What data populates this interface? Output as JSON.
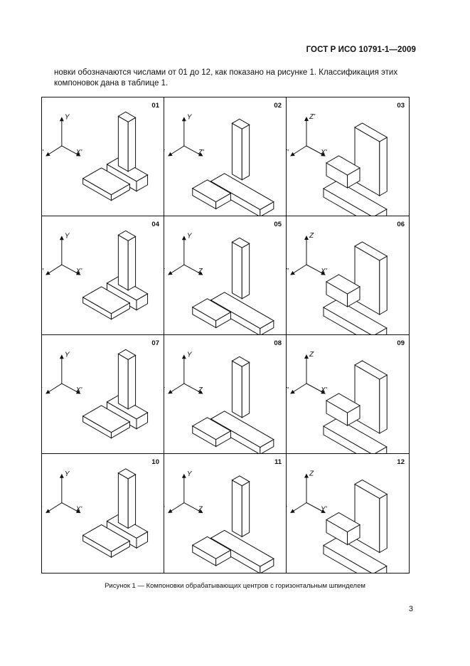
{
  "header": {
    "standard": "ГОСТ Р ИСО 10791-1—2009"
  },
  "intro": {
    "text": "новки обозначаются числами от 01 до 12, как показано на рисунке 1. Классификация этих компоновок дана в таблице 1."
  },
  "figure": {
    "caption": "Рисунок 1 — Компоновки обрабатывающих центров с горизонтальным шпинделем",
    "cells": [
      {
        "number": "01",
        "axes": [
          "Y",
          "Z'",
          "X'"
        ]
      },
      {
        "number": "02",
        "axes": [
          "Y",
          "X",
          "Z'"
        ]
      },
      {
        "number": "03",
        "axes": [
          "Z'",
          "Y'",
          "X'"
        ]
      },
      {
        "number": "04",
        "axes": [
          "Y",
          "Z'",
          "X'"
        ]
      },
      {
        "number": "05",
        "axes": [
          "Y",
          "X",
          "Z"
        ]
      },
      {
        "number": "06",
        "axes": [
          "Z",
          "Y'",
          "X'"
        ]
      },
      {
        "number": "07",
        "axes": [
          "Y",
          "Z",
          "X'"
        ]
      },
      {
        "number": "08",
        "axes": [
          "Y",
          "X",
          "Z"
        ]
      },
      {
        "number": "09",
        "axes": [
          "Z",
          "Y'",
          "X'"
        ]
      },
      {
        "number": "10",
        "axes": [
          "Y",
          "Z",
          "X'"
        ]
      },
      {
        "number": "11",
        "axes": [
          "Y",
          "X",
          "Z"
        ]
      },
      {
        "number": "12",
        "axes": [
          "Z",
          "X",
          "Y'"
        ]
      }
    ]
  },
  "page": {
    "number": "3"
  }
}
